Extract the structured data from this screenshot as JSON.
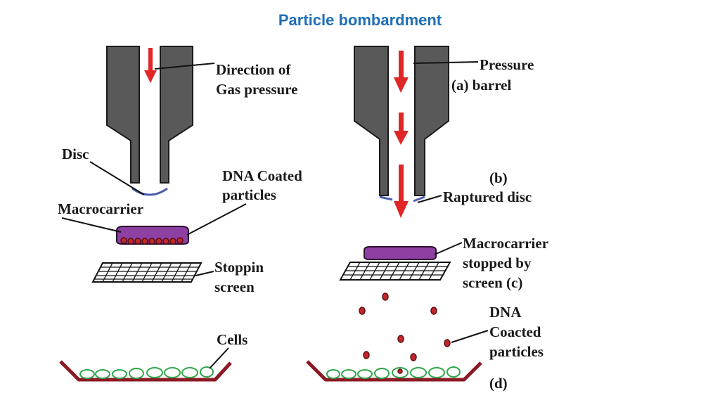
{
  "title": "Particle bombardment",
  "left_panel": {
    "direction_label": [
      "Direction of",
      "Gas pressure"
    ],
    "disc_label": "Disc",
    "dna_label": [
      "DNA Coated",
      "particles"
    ],
    "macrocarrier_label": "Macrocarrier",
    "stopping_label": [
      "Stoppin",
      "screen"
    ],
    "cells_label": "Cells"
  },
  "right_panel": {
    "pressure_label": [
      "Pressure",
      "(a) barrel"
    ],
    "b_label": "(b)",
    "ruptured_label": "Raptured disc",
    "macro_stopped_label": [
      "Macrocarrier",
      "stopped by",
      "screen (c)"
    ],
    "dna_label": [
      "DNA",
      "Coacted",
      "particles"
    ],
    "d_label": "(d)"
  },
  "colors": {
    "title": "#1f6fb5",
    "arrow": "#e02626",
    "macrocarrier": "#8e3fa2",
    "particle": "#c2272d",
    "cell": "#2ea84a",
    "dish": "#8b1a24",
    "barrel": "#595959"
  }
}
